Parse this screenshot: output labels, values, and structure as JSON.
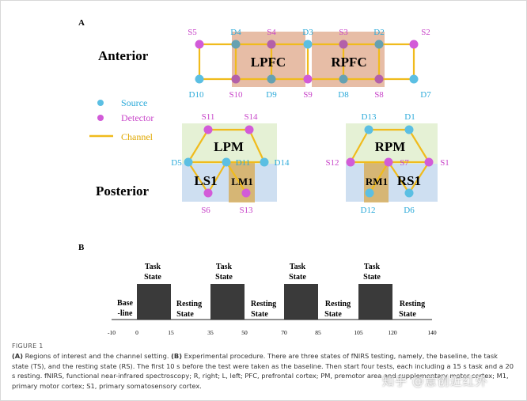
{
  "panel_a": {
    "label": "A",
    "anterior_label": "Anterior",
    "posterior_label": "Posterior",
    "legend": {
      "source": "Source",
      "detector": "Detector",
      "channel": "Channel"
    },
    "regions": {
      "lpfc": "LPFC",
      "rpfc": "RPFC",
      "lpm": "LPM",
      "ls1": "LS1",
      "lm1": "LM1",
      "rpm": "RPM",
      "rm1": "RM1",
      "rs1": "RS1"
    },
    "anterior_top": [
      "S5",
      "D4",
      "S4",
      "D3",
      "S3",
      "D2",
      "S2"
    ],
    "anterior_bottom": [
      "D10",
      "S10",
      "D9",
      "S9",
      "D8",
      "S8",
      "D7"
    ],
    "left_labels": {
      "s11": "S11",
      "s14": "S14",
      "d5": "D5",
      "d11": "D11",
      "d14": "D14",
      "s6": "S6",
      "s13": "S13"
    },
    "right_labels": {
      "d13": "D13",
      "d1": "D1",
      "s12": "S12",
      "s7": "S7",
      "s1": "S1",
      "d12": "D12",
      "d6": "D6"
    },
    "colors": {
      "source": "#5bbfe3",
      "detector": "#d25bd8",
      "channel": "#f0bb1c",
      "label_source": "#2aa9d9",
      "label_detector": "#c845c9"
    }
  },
  "panel_b": {
    "label": "B",
    "blocks": [
      {
        "label_line1": "Base",
        "label_line2": "-line",
        "type": "baseline"
      },
      {
        "label_line1": "Task",
        "label_line2": "State",
        "type": "task"
      },
      {
        "label_line1": "Resting",
        "label_line2": "State",
        "type": "rest"
      },
      {
        "label_line1": "Task",
        "label_line2": "State",
        "type": "task"
      },
      {
        "label_line1": "Resting",
        "label_line2": "State",
        "type": "rest"
      },
      {
        "label_line1": "Task",
        "label_line2": "State",
        "type": "task"
      },
      {
        "label_line1": "Resting",
        "label_line2": "State",
        "type": "rest"
      },
      {
        "label_line1": "Task",
        "label_line2": "State",
        "type": "task"
      },
      {
        "label_line1": "Resting",
        "label_line2": "State",
        "type": "rest"
      }
    ],
    "ticks": [
      "-10",
      "0",
      "15",
      "35",
      "50",
      "70",
      "85",
      "105",
      "120",
      "140"
    ],
    "task_color": "#3a3a3a"
  },
  "caption": {
    "figure_label": "FIGURE 1",
    "a_tag": "(A)",
    "a_text": " Regions of interest and the channel setting. ",
    "b_tag": "(B)",
    "b_text": " Experimental procedure. There are three states of fNIRS testing, namely, the baseline, the task state (TS), and the resting state (RS). The first 10 s before the test were taken as the baseline. Then start four tests, each including a 15 s task and a 20 s resting. fNIRS, functional near-infrared spectroscopy; R, right; L, left; PFC, prefrontal cortex; PM, premotor area and supplementary motor cortex; M1, primary motor cortex; S1, primary somatosensory cortex."
  },
  "watermark": "知乎 @意创近红外"
}
